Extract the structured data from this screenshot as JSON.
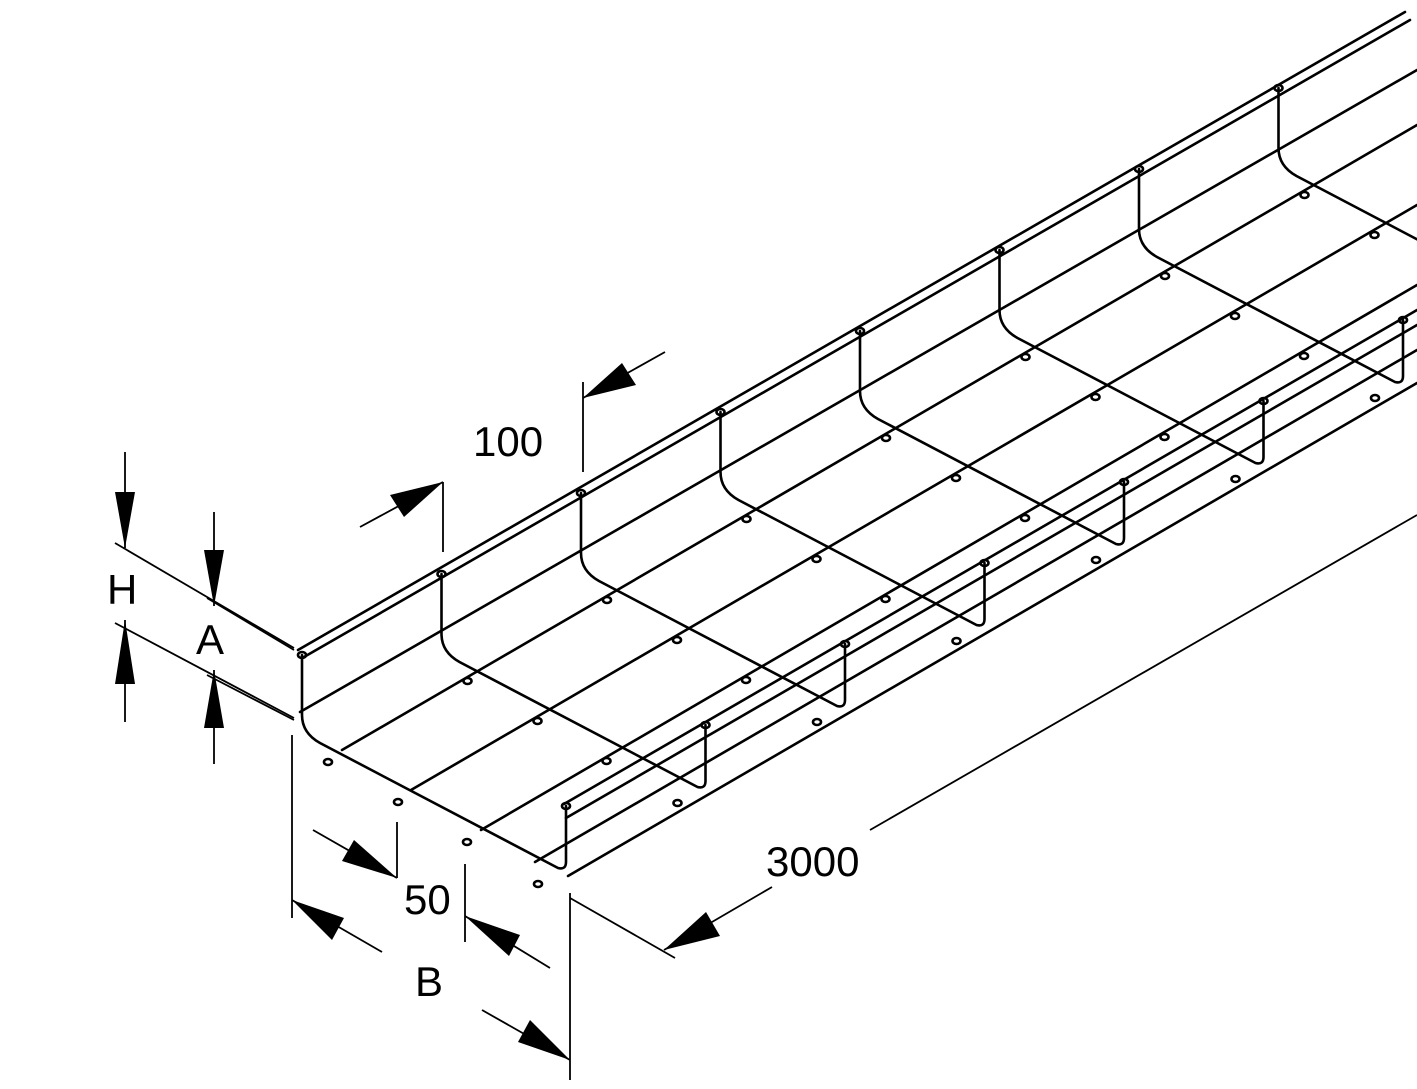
{
  "labels": {
    "pitch": "100",
    "length": "3000",
    "height": "H",
    "a": "A",
    "b": "B",
    "mesh": "50"
  },
  "colors": {
    "line": "#000000",
    "background": "#ffffff"
  }
}
